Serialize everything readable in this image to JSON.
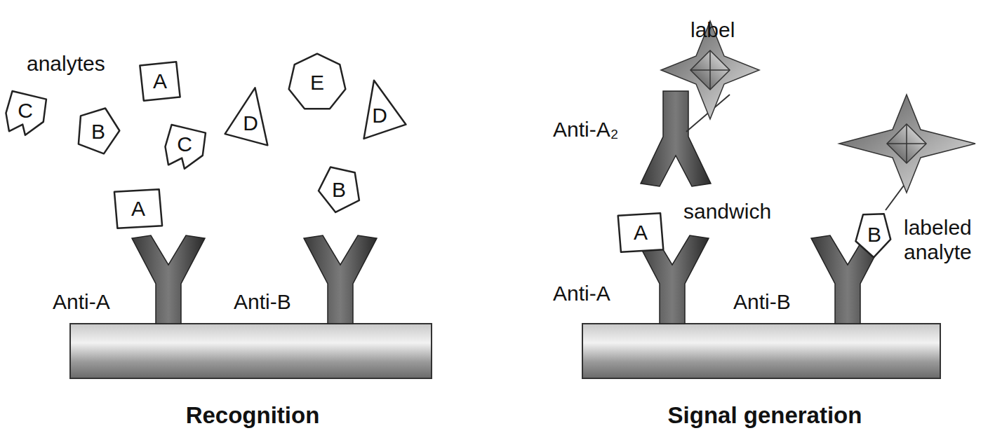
{
  "diagram": {
    "nodes": [
      {
        "text": [
          "A"
        ]
      },
      {
        "text": [
          "E"
        ]
      },
      {
        "text": [
          "D"
        ]
      },
      {
        "text": [
          "C"
        ]
      },
      {
        "text": [
          "D"
        ]
      },
      {
        "text": [
          "B"
        ]
      },
      {
        "text": [
          "C"
        ]
      },
      {
        "text": [
          "B"
        ]
      },
      {
        "text": [
          "A"
        ]
      },
      {
        "text": [
          "A"
        ]
      },
      {
        "text": [
          "B"
        ]
      }
    ],
    "labels": [
      "analytes",
      "Anti-A",
      "Anti-B",
      "Recognition",
      "label",
      "Anti-A₂",
      "sandwich",
      "Anti-A",
      "Anti-B",
      "labeled analyte",
      "Signal generation"
    ]
  }
}
